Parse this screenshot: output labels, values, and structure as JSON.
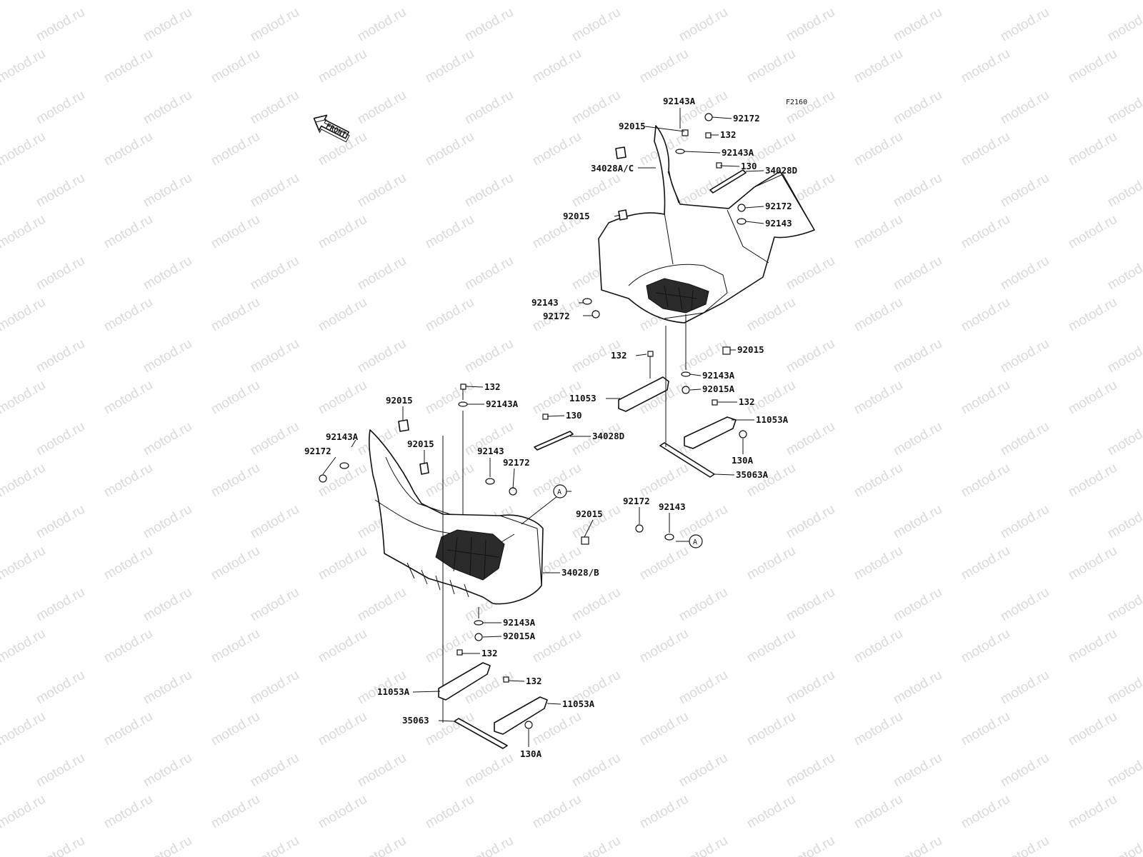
{
  "watermark": {
    "text": "motod.ru",
    "color": "#d9d9d9"
  },
  "figure_code": "F2160",
  "front_arrow": {
    "label": "FRONT"
  },
  "circle_ref": "A",
  "labels": {
    "l_92143A_top": "92143A",
    "l_92172_top": "92172",
    "l_92015_top": "92015",
    "l_132_top": "132",
    "l_92143A_top2": "92143A",
    "l_130_top": "130",
    "l_34028AC": "34028A/C",
    "l_34028D_top": "34028D",
    "l_92172_mid": "92172",
    "l_92015_mid": "92015",
    "l_92143_mid": "92143",
    "l_92143_left": "92143",
    "l_92172_left": "92172",
    "l_92015_right": "92015",
    "l_132_mid": "132",
    "l_92143A_mid": "92143A",
    "l_11053": "11053",
    "l_92015A_mid": "92015A",
    "l_132_mid2": "132",
    "l_11053A_right": "11053A",
    "l_130A_right": "130A",
    "l_35063A": "35063A",
    "l_132_low": "132",
    "l_92143A_low": "92143A",
    "l_130_low": "130",
    "l_92015_low": "92015",
    "l_34028D_low": "34028D",
    "l_92143A_far": "92143A",
    "l_92015_low2": "92015",
    "l_92143_low": "92143",
    "l_92172_far": "92172",
    "l_92172_low": "92172",
    "l_92172_a": "92172",
    "l_92143_a": "92143",
    "l_92015_low3": "92015",
    "l_34028B": "34028/B",
    "l_92143A_bot": "92143A",
    "l_92015A_bot": "92015A",
    "l_132_bot": "132",
    "l_11053A_left": "11053A",
    "l_132_bot2": "132",
    "l_11053A_bot": "11053A",
    "l_35063": "35063",
    "l_130A_bot": "130A"
  }
}
